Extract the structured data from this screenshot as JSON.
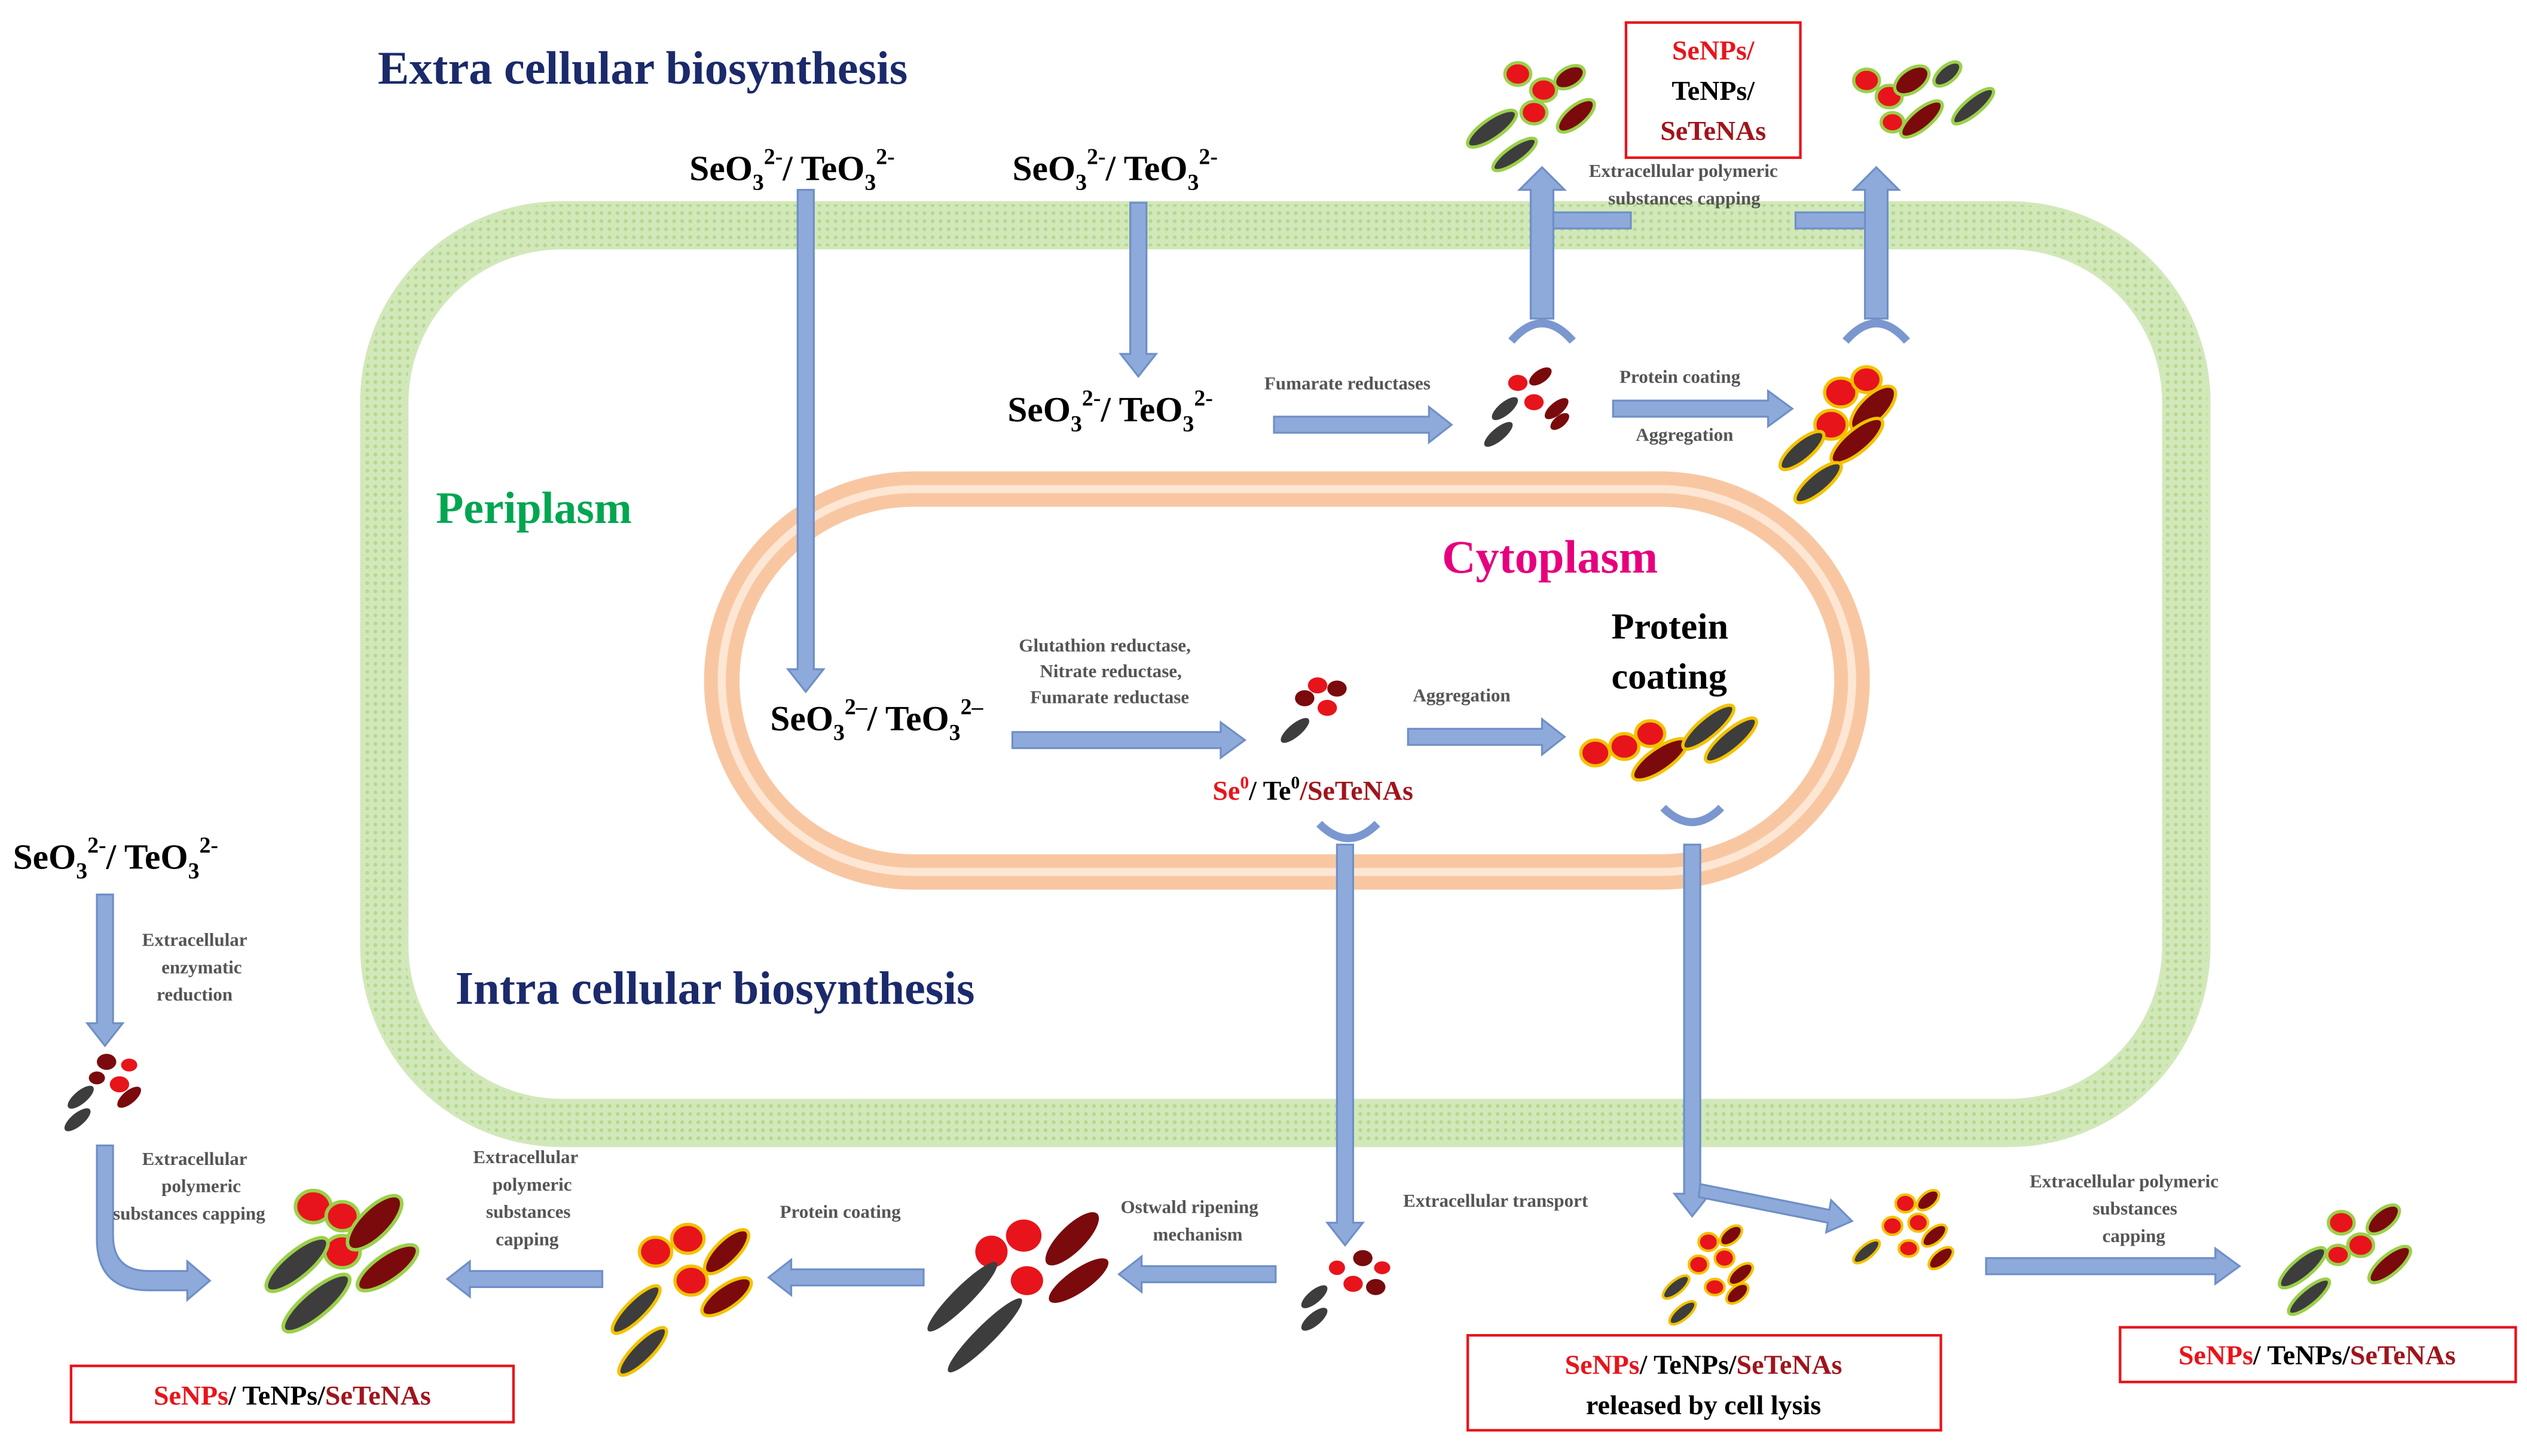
{
  "headings": {
    "extra": "Extra cellular biosynthesis",
    "intra": "Intra cellular biosynthesis",
    "periplasm": "Periplasm",
    "cytoplasm": "Cytoplasm"
  },
  "ions": {
    "se_base": "SeO",
    "te_base": "/ TeO",
    "sub": "3",
    "sup": "2-",
    "sup_alt": "2–"
  },
  "labels": {
    "fumarate_reductases": "Fumarate reductases",
    "protein_coating": "Protein coating",
    "aggregation": "Aggregation",
    "eps_capping_top_1": "Extracellular polymeric",
    "eps_capping_top_2": "substances capping",
    "glut_1": "Glutathion reductase,",
    "glut_2": "Nitrate reductase,",
    "glut_3": "Fumarate reductase",
    "aggregation_cyto": "Aggregation",
    "protein_coating_big_1": "Protein",
    "protein_coating_big_2": "coating",
    "se0": "Se",
    "te0": "/ Te",
    "zero": "0",
    "seTeNAs_slash": "/SeTeNAs",
    "ext_enz_1": "Extracellular",
    "ext_enz_2": "enzymatic",
    "ext_enz_3": "reduction",
    "eps_left_1": "Extracellular",
    "eps_left_2": "polymeric",
    "eps_left_3": "substances capping",
    "eps_mid_1": "Extracellular",
    "eps_mid_2": "polymeric",
    "eps_mid_3": "substances",
    "eps_mid_4": "capping",
    "protein_coating_bottom": "Protein coating",
    "ostwald_1": "Ostwald ripening",
    "ostwald_2": "mechanism",
    "extracellular_transport": "Extracellular transport",
    "eps_right_1": "Extracellular polymeric",
    "eps_right_2": "substances",
    "eps_right_3": "capping"
  },
  "product_boxes": {
    "top": {
      "line1": "SeNPs/",
      "line2": "TeNPs/",
      "line3": "SeTeNAs"
    },
    "bottom_left": {
      "se": "SeNPs",
      "te": "/ TeNPs/",
      "st": "SeTeNAs"
    },
    "lysis": {
      "se": "SeNPs",
      "te": "/ TeNPs/",
      "st": "SeTeNAs",
      "line2": "released by  cell lysis"
    },
    "bottom_right": {
      "se": "SeNPs",
      "te": "/ TeNPs/",
      "st": "SeTeNAs"
    }
  },
  "colors": {
    "navy": "#1b2a6b",
    "periplasm_green": "#00a651",
    "cytoplasm_magenta": "#e6007e",
    "red_text": "#e8141b",
    "dark_red_text": "#a0141b",
    "arrow_fill": "#8eaadb",
    "arrow_stroke": "#6f8fc7",
    "membrane_green": "#c3dfa6",
    "inner_membrane": "#f9c9a4",
    "particle_red": "#e8141b",
    "particle_darkred": "#7a0a0c",
    "particle_gray": "#3d3d3d",
    "coat_yellow": "#f2c200",
    "coat_green": "#9bd04a"
  }
}
